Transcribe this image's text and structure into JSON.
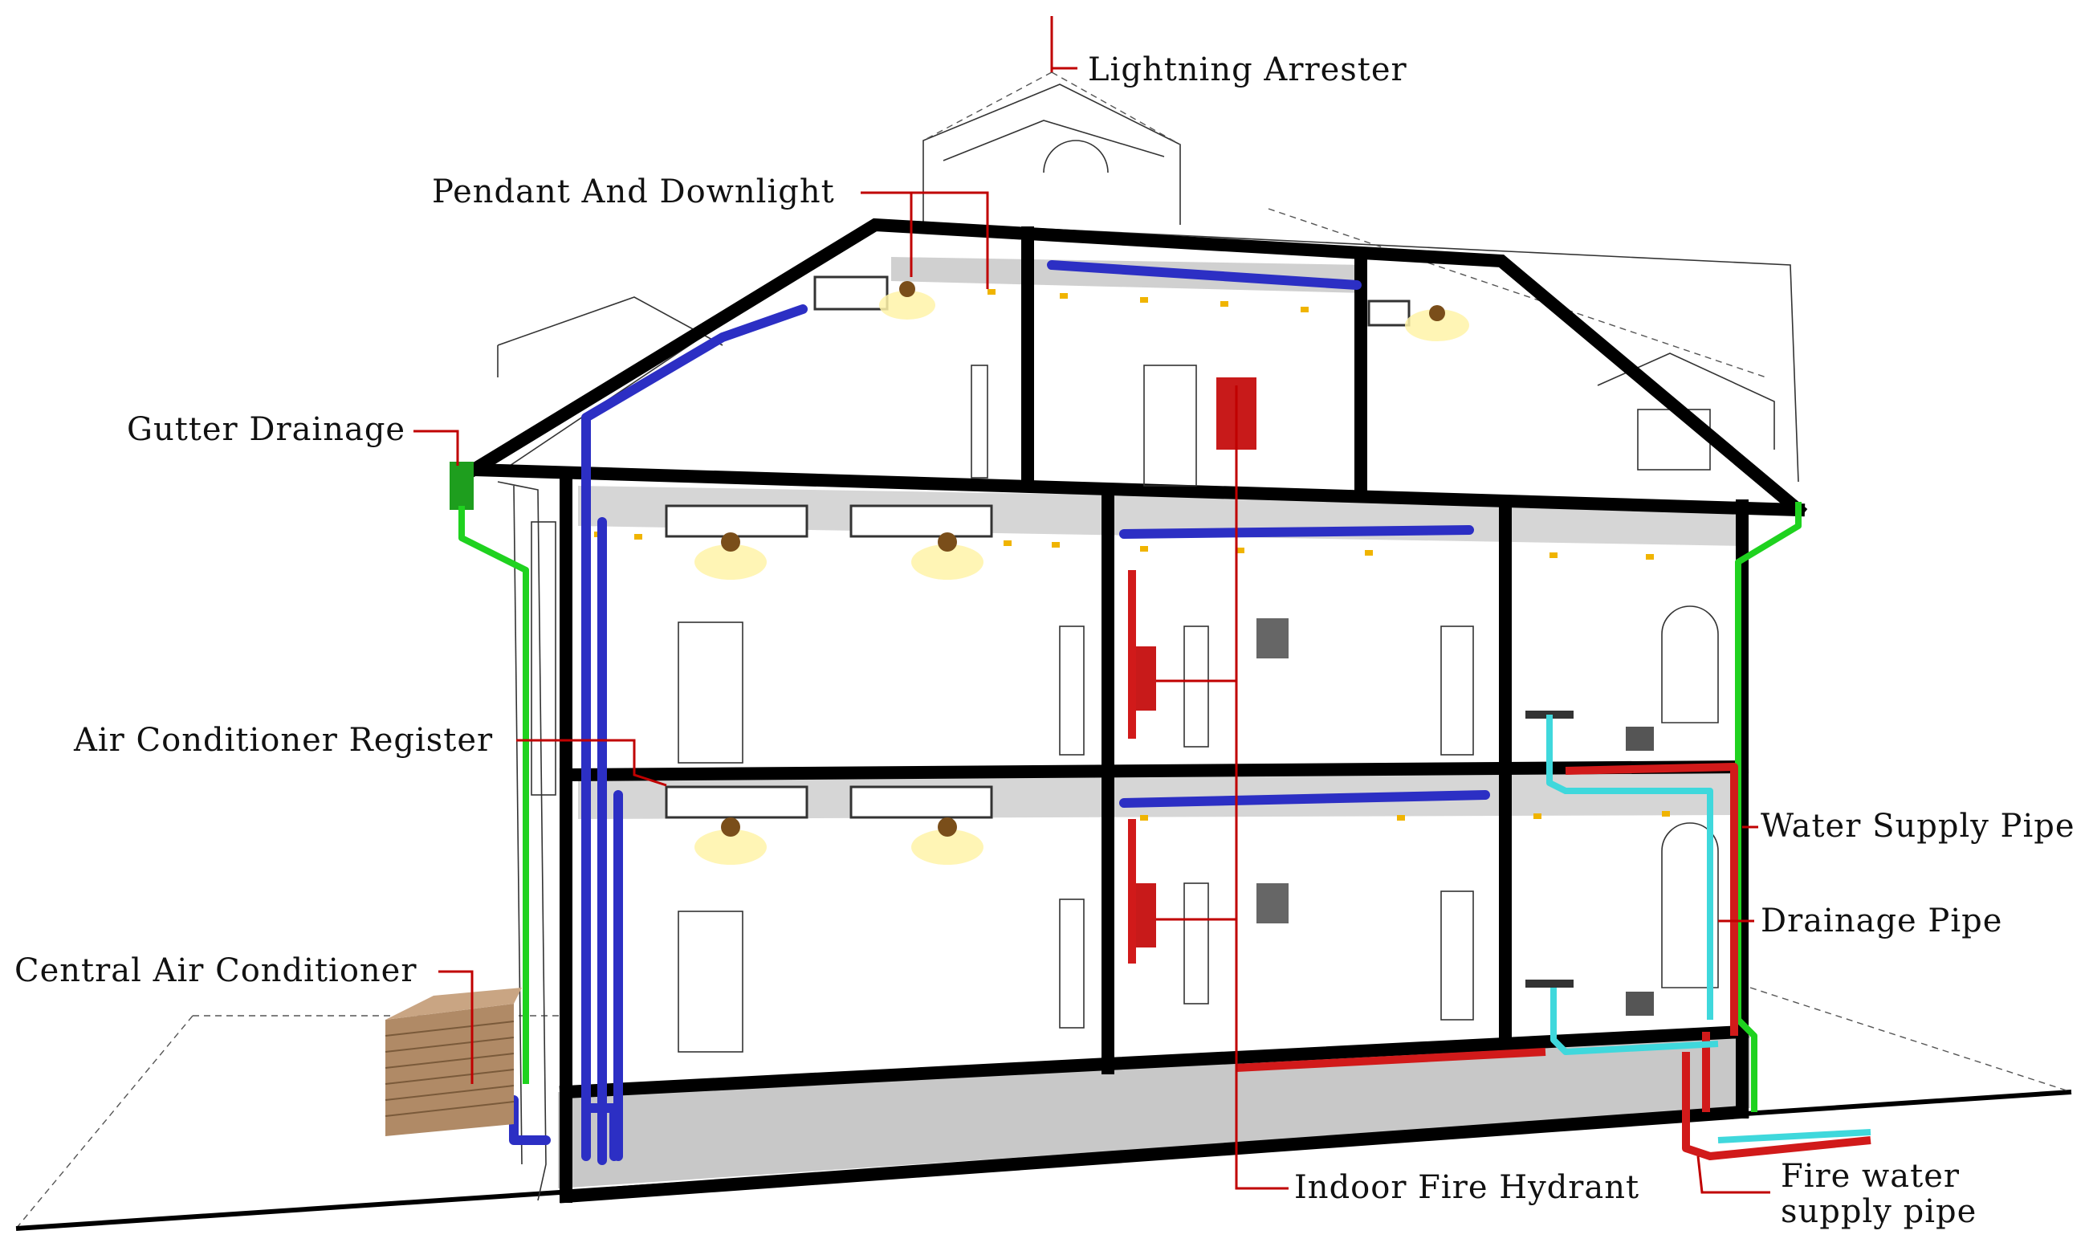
{
  "labels": {
    "lightning_arrester": "Lightning Arrester",
    "pendant_downlight": "Pendant And Downlight",
    "gutter_drainage": "Gutter Drainage",
    "ac_register": "Air Conditioner Register",
    "central_ac": "Central Air Conditioner",
    "water_supply_pipe": "Water Supply Pipe",
    "drainage_pipe": "Drainage Pipe",
    "indoor_fire_hydrant": "Indoor Fire Hydrant",
    "fire_water_line1": "Fire water",
    "fire_water_line2": "supply pipe"
  },
  "colors": {
    "structure": "#000000",
    "ac_duct": "#2c2fc4",
    "gutter_drain": "#1fd21f",
    "fire_water": "#d11a1a",
    "drainage": "#3fd8dc",
    "leader": "#c00000",
    "ac_unit": "#b08a66"
  }
}
